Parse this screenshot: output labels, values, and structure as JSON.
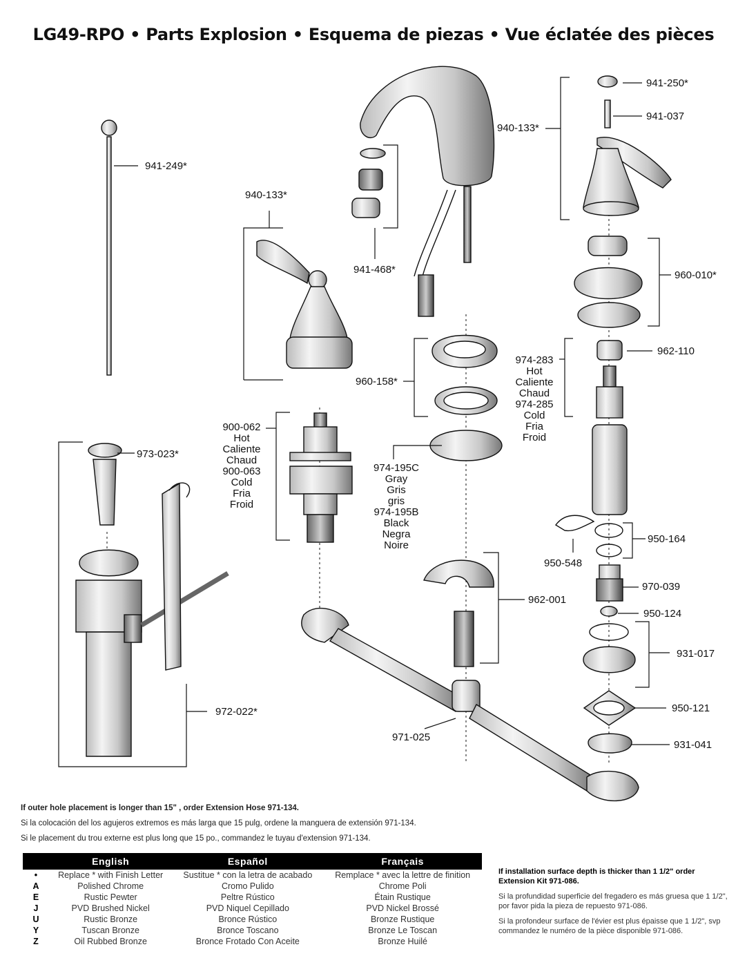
{
  "title": "LG49-RPO • Parts Explosion • Esquema de piezas • Vue éclatée des pièces",
  "parts": {
    "p941_249": "941-249*",
    "p940_133_left": "940-133*",
    "p941_468": "941-468*",
    "p940_133_right": "940-133*",
    "p941_250": "941-250*",
    "p941_037": "941-037",
    "p960_010": "960-010*",
    "p960_158": "960-158*",
    "p962_110": "962-110",
    "p974_283": [
      "974-283",
      "Hot",
      "Caliente",
      "Chaud",
      "974-285",
      "Cold",
      "Fria",
      "Froid"
    ],
    "p900_062": [
      "900-062",
      "Hot",
      "Caliente",
      "Chaud",
      "900-063",
      "Cold",
      "Fria",
      "Froid"
    ],
    "p974_195": [
      "974-195C",
      "Gray",
      "Gris",
      "gris",
      "974-195B",
      "Black",
      "Negra",
      "Noire"
    ],
    "p973_023": "973-023*",
    "p950_164": "950-164",
    "p950_548": "950-548",
    "p970_039": "970-039",
    "p962_001": "962-001",
    "p950_124": "950-124",
    "p931_017": "931-017",
    "p950_121": "950-121",
    "p972_022": "972-022*",
    "p971_025": "971-025",
    "p931_041": "931-041"
  },
  "notes": {
    "en": "If outer hole placement is longer than 15\" , order Extension Hose 971-134.",
    "es": "Si la colocación del los agujeros extremos es más larga que 15 pulg, ordene la manguera de extensión 971-134.",
    "fr": "Si le placement du trou externe est plus long que 15 po., commandez le tuyau d'extension 971-134."
  },
  "finish_table": {
    "headers": [
      "English",
      "Español",
      "Français"
    ],
    "rows": [
      [
        "•",
        "Replace * with Finish Letter",
        "Sustitue * con la letra de acabado",
        "Remplace * avec la lettre de finition"
      ],
      [
        "A",
        "Polished Chrome",
        "Cromo Pulido",
        "Chrome Poli"
      ],
      [
        "E",
        "Rustic Pewter",
        "Peltre Rústico",
        "Étain Rustique"
      ],
      [
        "J",
        "PVD Brushed Nickel",
        "PVD Niquel Cepillado",
        "PVD Nickel Brossé"
      ],
      [
        "U",
        "Rustic Bronze",
        "Bronce Rústico",
        "Bronze Rustique"
      ],
      [
        "Y",
        "Tuscan Bronze",
        "Bronce Toscano",
        "Bronze Le Toscan"
      ],
      [
        "Z",
        "Oil Rubbed Bronze",
        "Bronce Frotado Con Aceite",
        "Bronze Huilé"
      ]
    ]
  },
  "extension": {
    "en": "If installation surface depth is thicker than 1 1/2\" order Extension Kit 971-086.",
    "es": "Si la profundidad superficie del fregadero es más gruesa que 1 1/2\", por favor pida la pieza de repuesto 971-086.",
    "fr": "Si la profondeur surface de l'évier est plus épaisse que 1 1/2\", svp commandez le numéro de la pièce disponible 971-086."
  }
}
